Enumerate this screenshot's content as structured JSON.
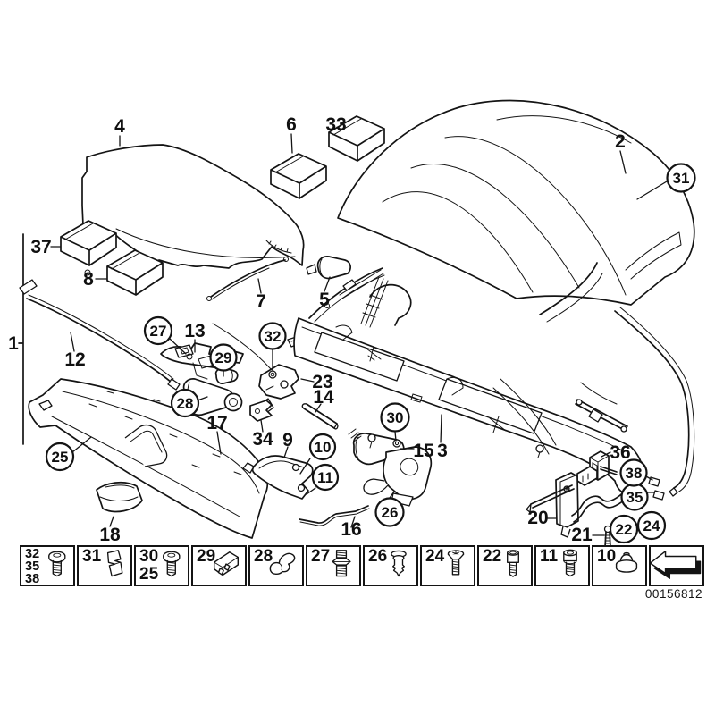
{
  "diagram": {
    "callouts": {
      "c1": "1",
      "c2": "2",
      "c3": "3",
      "c4": "4",
      "c5": "5",
      "c6": "6",
      "c7": "7",
      "c8": "8",
      "c9": "9",
      "c10": "10",
      "c11": "11",
      "c12": "12",
      "c13": "13",
      "c14": "14",
      "c15": "15",
      "c16": "16",
      "c17": "17",
      "c18": "18",
      "c20": "20",
      "c21": "21",
      "c22": "22",
      "c23": "23",
      "c24": "24",
      "c25": "25",
      "c26": "26",
      "c27": "27",
      "c28": "28",
      "c29": "29",
      "c30": "30",
      "c31": "31",
      "c32": "32",
      "c33": "33",
      "c34": "34",
      "c35": "35",
      "c36": "36",
      "c37": "37",
      "c38": "38"
    },
    "circled_callouts": [
      "10",
      "11",
      "22",
      "24",
      "25",
      "26",
      "27",
      "28",
      "29",
      "30",
      "31",
      "32",
      "35",
      "38"
    ]
  },
  "legend": {
    "cells": [
      {
        "numbers": [
          "32",
          "35",
          "38"
        ],
        "icon": "pan-head-screw"
      },
      {
        "numbers": [
          "31"
        ],
        "icon": "angle-clip"
      },
      {
        "numbers": [
          "30",
          "25"
        ],
        "icon": "pan-head-screw"
      },
      {
        "numbers": [
          "29"
        ],
        "icon": "expansion-clip"
      },
      {
        "numbers": [
          "28"
        ],
        "icon": "spring-clip"
      },
      {
        "numbers": [
          "27"
        ],
        "icon": "double-threaded-stud"
      },
      {
        "numbers": [
          "26"
        ],
        "icon": "expanding-rivet"
      },
      {
        "numbers": [
          "24"
        ],
        "icon": "countersunk-screw"
      },
      {
        "numbers": [
          "22"
        ],
        "icon": "standoff-bolt"
      },
      {
        "numbers": [
          "11"
        ],
        "icon": "socket-head-screw"
      },
      {
        "numbers": [
          "10"
        ],
        "icon": "grommet-nut"
      },
      {
        "numbers": [],
        "icon": "direction-arrow"
      }
    ]
  },
  "footer": {
    "part_number": "00156812"
  }
}
